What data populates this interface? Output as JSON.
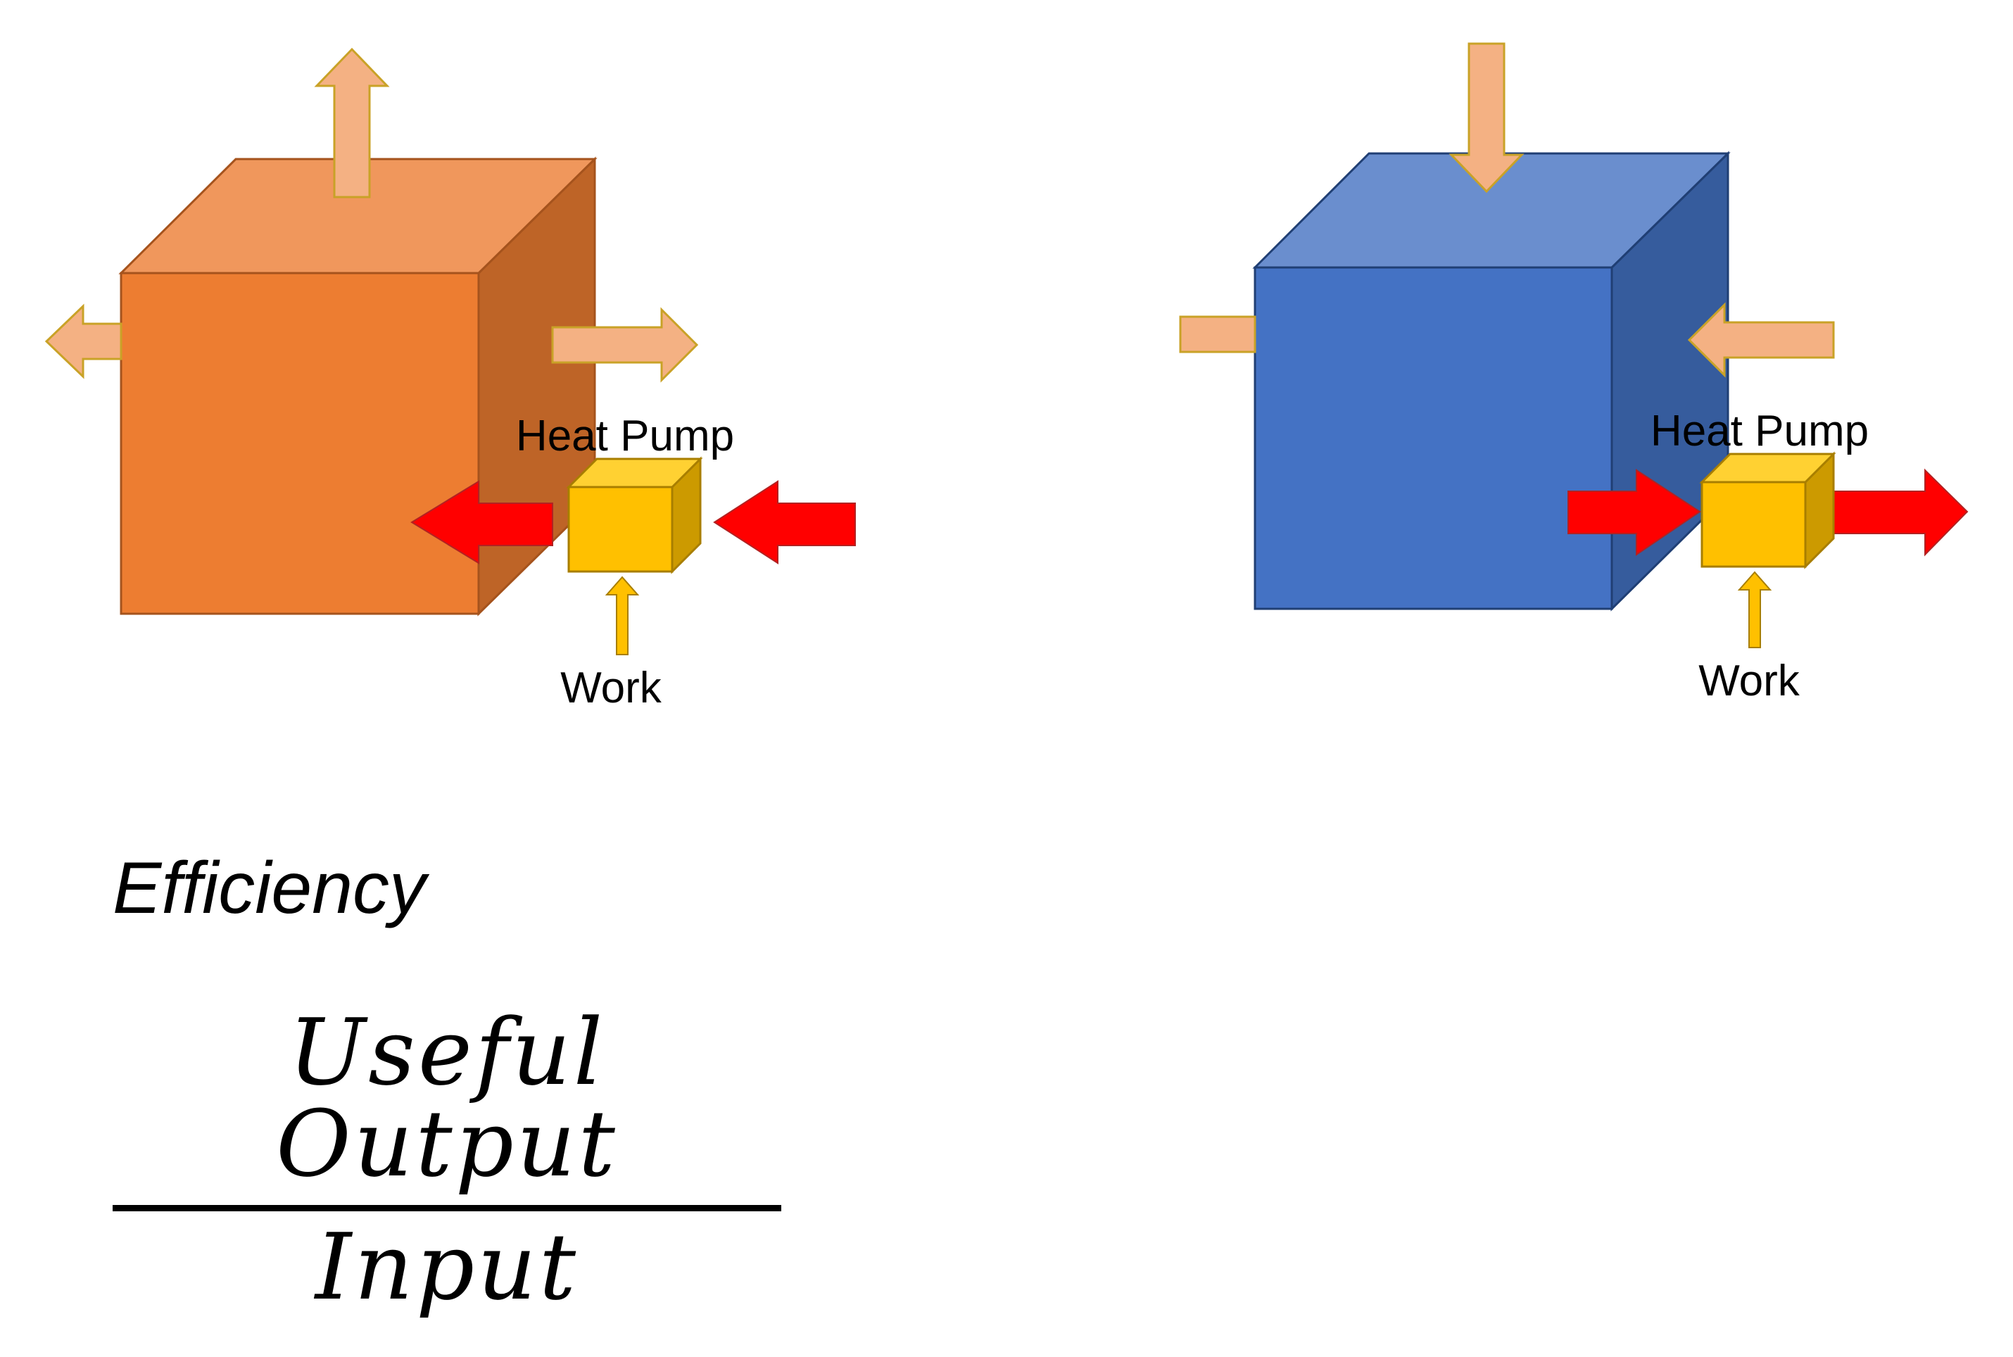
{
  "diagram": {
    "left_house": {
      "pump_label": "Heat Pump",
      "work_label": "Work",
      "colors": {
        "front": "#ED7D31",
        "top": "#F0975C",
        "side": "#BE6427"
      }
    },
    "right_house": {
      "pump_label": "Heat Pump",
      "work_label": "Work",
      "colors": {
        "front": "#4472C4",
        "top": "#6A8ECE",
        "side": "#365C9D"
      }
    },
    "colors": {
      "heat_arrow": "#F4B183",
      "heat_arrow_outline": "#C9A227",
      "pump_arrow": "#FF0000",
      "pump_front": "#FFC000",
      "pump_top": "#FFD132",
      "pump_side": "#CC9A00"
    }
  },
  "formula": {
    "label": "Efficiency",
    "numerator": "Useful Output",
    "denominator": "Input"
  }
}
